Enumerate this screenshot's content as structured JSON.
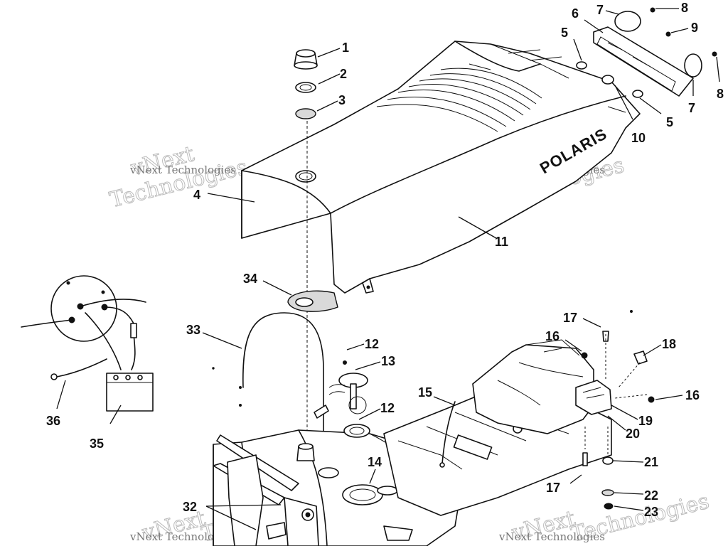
{
  "diagram": {
    "brand_label": "POLARIS",
    "watermark": {
      "small": "vNext Technologies",
      "large_line1": "vNext",
      "large_line2": "Technologies"
    },
    "callouts": [
      "1",
      "2",
      "3",
      "4",
      "5",
      "6",
      "7",
      "8",
      "9",
      "10",
      "11",
      "12",
      "13",
      "14",
      "15",
      "16",
      "17",
      "18",
      "19",
      "20",
      "21",
      "22",
      "23",
      "32",
      "33",
      "34",
      "35",
      "36"
    ]
  }
}
